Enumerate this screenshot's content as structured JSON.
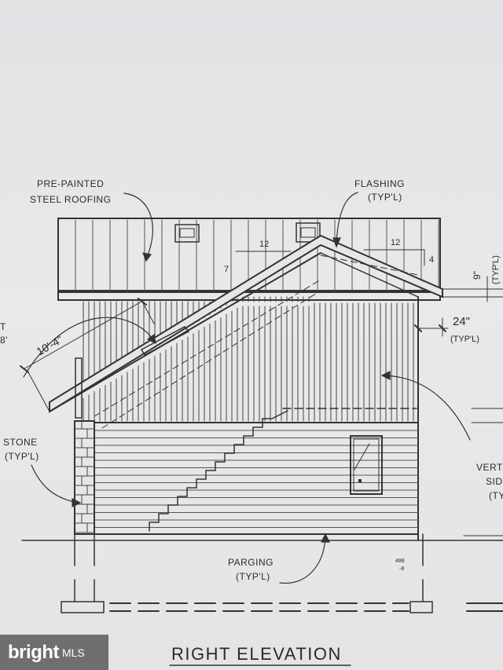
{
  "drawing": {
    "title": "RIGHT ELEVATION",
    "labels": {
      "roofing_line1": "PRE-PAINTED",
      "roofing_line2": "STEEL ROOFING",
      "flashing_line1": "FLASHING",
      "flashing_line2": "(TYP'L)",
      "stone_line1": "STONE",
      "stone_line2": "(TYP'L)",
      "parging_line1": "PARGING",
      "parging_line2": "(TYP'L)",
      "siding_line1": "VERT",
      "siding_line2": "SID",
      "siding_line3": "(TY",
      "left_cut_1": "T",
      "left_cut_2": "8'"
    },
    "dimensions": {
      "rake_length": "10'-4\"",
      "overhang": "24\"",
      "overhang_note": "(TYP'L)",
      "fascia": "9\"",
      "fascia_note": "(TYP'L)",
      "pitch_run_a": "12",
      "pitch_run_b": "12",
      "pitch_rise_a": "7",
      "pitch_rise_b": "4",
      "small_note_1": "488",
      "small_note_2": "-8"
    }
  },
  "watermark": {
    "brand": "bright",
    "suffix": "MLS"
  }
}
